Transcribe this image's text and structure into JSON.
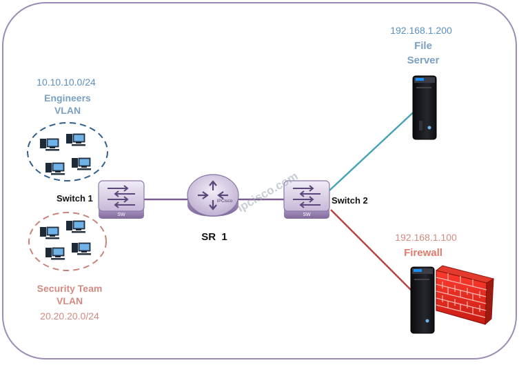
{
  "engineers": {
    "subnet": "10.10.10.0/24",
    "name_line1": "Engineers",
    "name_line2": "VLAN"
  },
  "security": {
    "name_line1": "Security Team",
    "name_line2": "VLAN",
    "subnet": "20.20.20.0/24"
  },
  "switch1": {
    "label": "Switch 1",
    "badge": "SW"
  },
  "switch2": {
    "label": "Switch 2",
    "badge": "SW"
  },
  "router": {
    "label": "SR  1",
    "badge": "IPCisco"
  },
  "file_server": {
    "ip": "192.168.1.200",
    "name_line1": "File",
    "name_line2": "Server"
  },
  "firewall": {
    "ip": "192.168.1.100",
    "name": "Firewall"
  },
  "watermark": "ipcisco.com",
  "colors": {
    "frame": "#9b8bb5",
    "link_purple": "#7b5a8e",
    "link_teal": "#4aa3b5",
    "link_red": "#b5443f",
    "vlan_blue": "#2f5f8f",
    "vlan_red": "#c9847a"
  }
}
